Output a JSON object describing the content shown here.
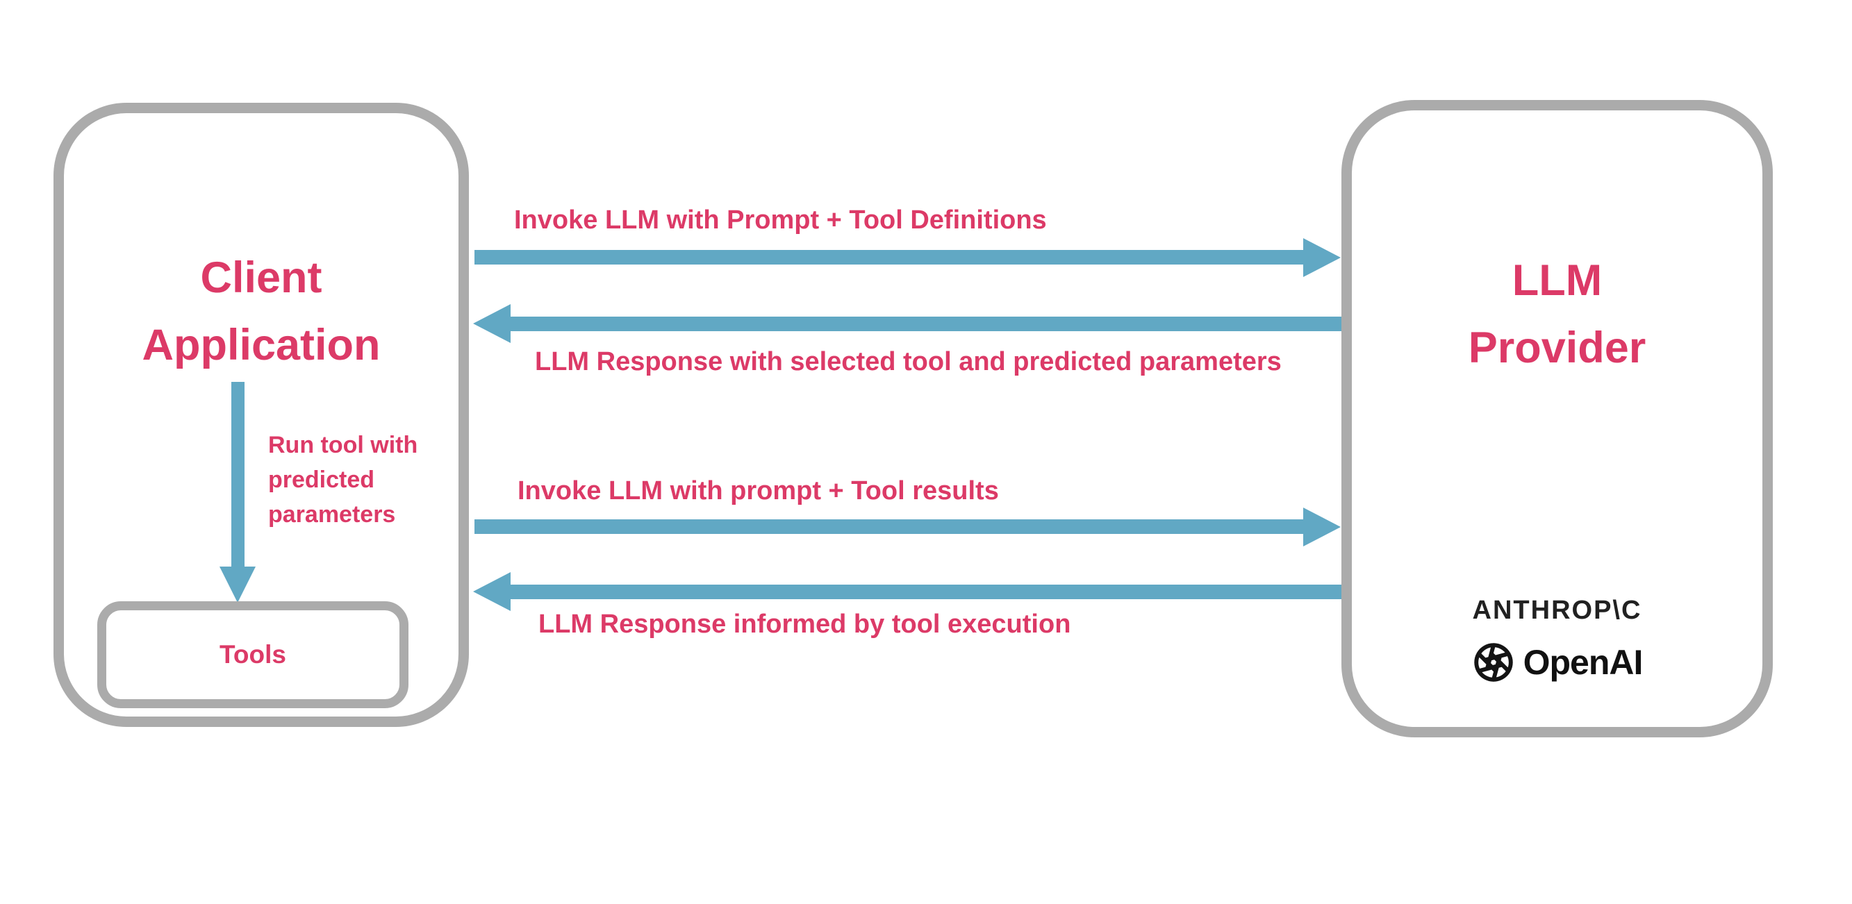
{
  "diagram": {
    "client": {
      "title": [
        "Client",
        "Application"
      ]
    },
    "tools": {
      "label": "Tools"
    },
    "llm": {
      "title": [
        "LLM",
        "Provider"
      ]
    },
    "flows": [
      {
        "label": "Invoke LLM with Prompt + Tool Definitions",
        "direction": "right",
        "from": "Client Application",
        "to": "LLM Provider"
      },
      {
        "label": "LLM Response with selected tool and predicted parameters",
        "direction": "left",
        "from": "LLM Provider",
        "to": "Client Application"
      },
      {
        "label": "Invoke LLM with prompt + Tool results",
        "direction": "right",
        "from": "Client Application",
        "to": "LLM Provider"
      },
      {
        "label": "LLM Response informed by tool execution",
        "direction": "left",
        "from": "LLM Provider",
        "to": "Client Application"
      }
    ],
    "run_tool": {
      "lines": [
        "Run tool with",
        "predicted",
        "parameters"
      ]
    },
    "providers": {
      "anthropic_wordmark": "ANTHROP\\C",
      "openai_wordmark": "OpenAI"
    },
    "colors": {
      "accent_pink": "#DC3A67",
      "arrow_blue": "#61A8C4",
      "border_gray": "#ABABAB",
      "logo_black": "#141414"
    }
  }
}
